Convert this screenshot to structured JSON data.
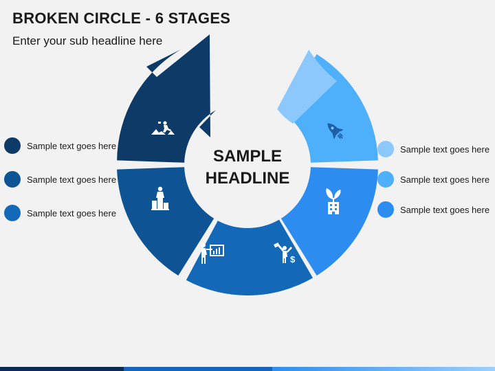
{
  "title": "BROKEN CIRCLE - 6 STAGES",
  "subtitle": "Enter your sub headline here",
  "center": {
    "line1": "SAMPLE",
    "line2": "HEADLINE"
  },
  "segments": [
    {
      "name": "stage-1",
      "icon": "climber-icon",
      "color": "#0d3a66"
    },
    {
      "name": "stage-2",
      "icon": "podium-person-icon",
      "color": "#0e5494"
    },
    {
      "name": "stage-3",
      "icon": "presenter-chart-icon",
      "color": "#1468b8"
    },
    {
      "name": "stage-4",
      "icon": "money-success-icon",
      "color": "#2d8cf0"
    },
    {
      "name": "stage-5",
      "icon": "plant-building-icon",
      "color": "#4eb0fb"
    },
    {
      "name": "stage-6",
      "icon": "rocket-icon",
      "color": "#8cc8fb"
    }
  ],
  "left_legend": [
    {
      "text": "Sample text goes here",
      "color": "#0d3a66"
    },
    {
      "text": "Sample text goes here",
      "color": "#0e5494"
    },
    {
      "text": "Sample text goes here",
      "color": "#1468b8"
    }
  ],
  "right_legend": [
    {
      "text": "Sample text goes here",
      "color": "#8cc8fb"
    },
    {
      "text": "Sample text goes here",
      "color": "#4eb0fb"
    },
    {
      "text": "Sample text goes here",
      "color": "#2d8cf0"
    }
  ]
}
